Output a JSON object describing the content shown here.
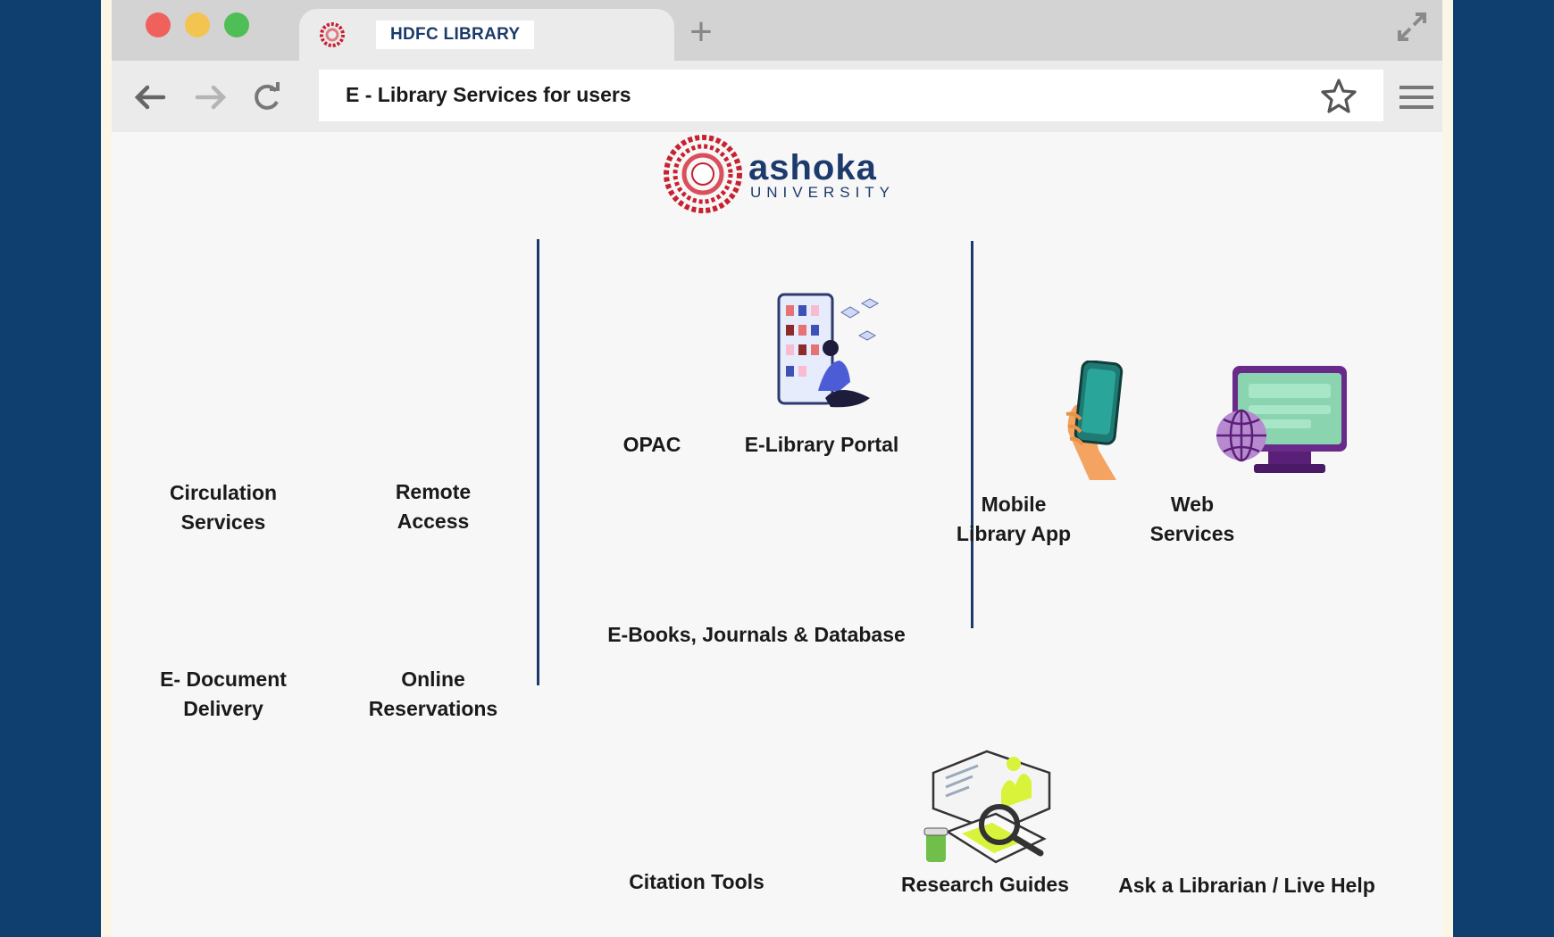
{
  "browser": {
    "tab_title": "HDFC LIBRARY",
    "url_text": "E - Library Services for users",
    "new_tab_symbol": "+"
  },
  "logo": {
    "word": "ashoka",
    "sub": "UNIVERSITY"
  },
  "services": {
    "circulation": [
      "Circulation",
      "Services"
    ],
    "remote": [
      "Remote",
      "Access"
    ],
    "edoc": [
      "E- Document",
      "Delivery"
    ],
    "online_res": [
      "Online",
      "Reservations"
    ],
    "opac": "OPAC",
    "elibrary_portal": "E-Library Portal",
    "ebooks": "E-Books, Journals & Database",
    "mobile_app": [
      "Mobile",
      "Library App"
    ],
    "web_services": [
      "Web",
      "Services"
    ],
    "citation": "Citation Tools",
    "research_guides": "Research Guides",
    "ask_librarian": "Ask a Librarian / Live Help"
  },
  "colors": {
    "background": "#0f3f6e",
    "brand_navy": "#1c3a6b",
    "brand_red": "#c8202f"
  },
  "icons": [
    "back-arrow-icon",
    "forward-arrow-icon",
    "reload-icon",
    "bookmark-star-icon",
    "hamburger-menu-icon",
    "expand-icon"
  ]
}
